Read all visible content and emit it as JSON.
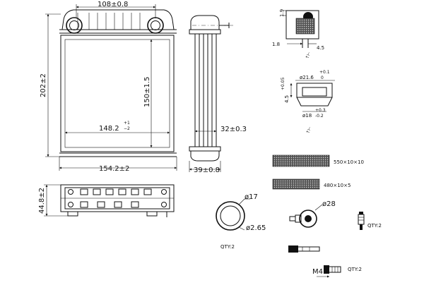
{
  "front_view": {
    "top_width": "108±0.8",
    "height_total": "202±2",
    "height_inner": "150±1.5",
    "core_width": "148.2",
    "core_width_tol_up": "+1",
    "core_width_tol_dn": "−2",
    "overall_width": "154.2±2"
  },
  "side_view": {
    "depth_inner": "32±0.3",
    "depth_total": "39±0.8"
  },
  "bottom_view": {
    "height": "44.8±2"
  },
  "detail_tube": {
    "dim_top": "1.9",
    "dim_left": "1.8",
    "dim_right": "4.5"
  },
  "detail_pipe": {
    "dia_outer": "ø21.6",
    "dia_outer_tol_up": "+0.1",
    "dia_outer_tol_dn": "0",
    "dia_inner": "ø18",
    "dia_inner_tol_up": "+0.3",
    "dia_inner_tol_dn": "-0.2",
    "height": "4.5",
    "height_tol": "+0.05"
  },
  "foam": {
    "label_1": "550×10×10",
    "label_2": "480×10×5"
  },
  "oring": {
    "dia": "ø17",
    "thickness": "ø2.65",
    "qty": "QTY:2"
  },
  "clamp": {
    "dia": "ø28"
  },
  "screw": {
    "qty_pin": "QTY:2",
    "thread": "M4",
    "qty_screw": "QTY:2"
  }
}
